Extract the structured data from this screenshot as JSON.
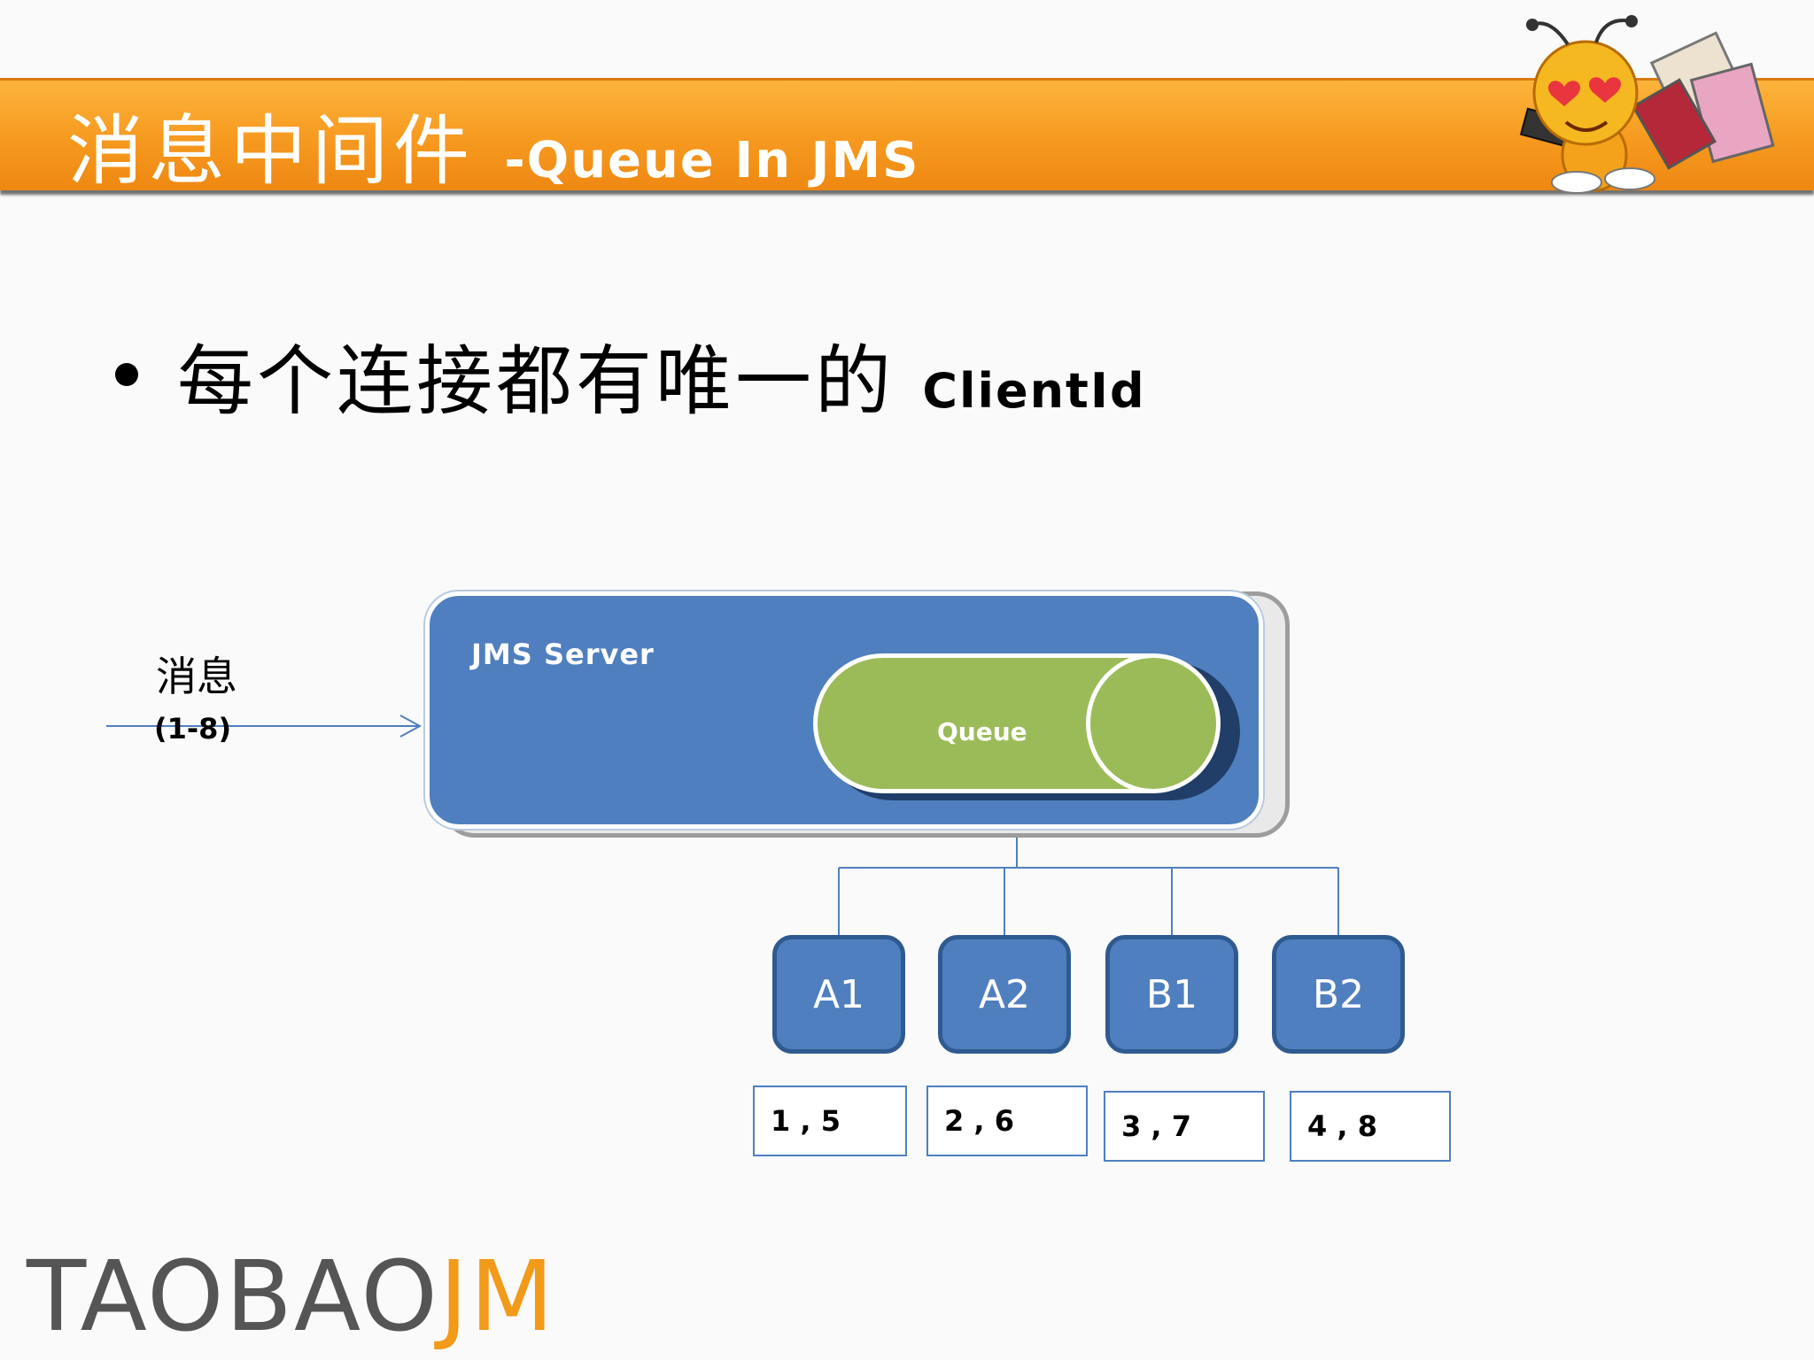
{
  "header": {
    "title_cn": "消息中间件",
    "title_latin": "-Queue In JMS"
  },
  "bullet": {
    "text_cn": "每个连接都有唯一的",
    "text_latin": "ClientId"
  },
  "diagram": {
    "message_label": "消息",
    "message_range": "(1-8)",
    "server_label": "JMS Server",
    "queue_label": "Queue",
    "consumers": [
      "A1",
      "A2",
      "B1",
      "B2"
    ],
    "assignments": [
      "1 , 5",
      "2 , 6",
      "3 , 7",
      "4 , 8"
    ]
  },
  "footer": {
    "logo_main": "TAOBAO",
    "logo_accent": "JM"
  },
  "colors": {
    "header_orange": "#f6991f",
    "server_blue": "#4f7fbe",
    "queue_green": "#9bbb59"
  }
}
